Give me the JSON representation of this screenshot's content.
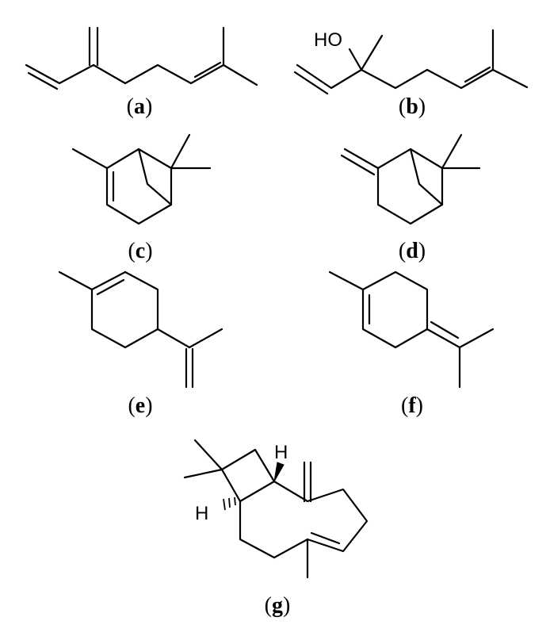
{
  "structures": [
    {
      "id": "a",
      "label_open": "(",
      "label": "a",
      "label_close": ")"
    },
    {
      "id": "b",
      "label_open": "(",
      "label": "b",
      "label_close": ")",
      "atoms": [
        "HO"
      ]
    },
    {
      "id": "c",
      "label_open": "(",
      "label": "c",
      "label_close": ")"
    },
    {
      "id": "d",
      "label_open": "(",
      "label": "d",
      "label_close": ")"
    },
    {
      "id": "e",
      "label_open": "(",
      "label": "e",
      "label_close": ")"
    },
    {
      "id": "f",
      "label_open": "(",
      "label": "f",
      "label_close": ")"
    },
    {
      "id": "g",
      "label_open": "(",
      "label": "g",
      "label_close": ")",
      "atoms": [
        "H",
        "H"
      ]
    }
  ]
}
